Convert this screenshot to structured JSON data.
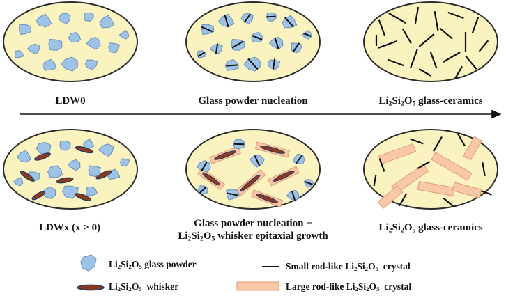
{
  "panels": {
    "ldw0": "LDW0",
    "nucleation": "Glass powder nucleation",
    "ceramics_top": {
      "pre": "Li",
      "s1": "2",
      "mid1": "Si",
      "s2": "2",
      "mid2": "O",
      "s3": "5",
      "post": " glass-ceramics"
    },
    "ldwx": "LDWx (x > 0)",
    "nucleation_growth_line1": "Glass powder nucleation +",
    "nucleation_growth_line2": {
      "pre": "Li",
      "s1": "2",
      "mid1": "Si",
      "s2": "2",
      "mid2": "O",
      "s3": "5",
      "post": " whisker epitaxial growth"
    },
    "ceramics_bottom": {
      "pre": "Li",
      "s1": "2",
      "mid1": "Si",
      "s2": "2",
      "mid2": "O",
      "s3": "5",
      "post": " glass-ceramics"
    }
  },
  "legend": {
    "glass_powder": {
      "pre": "Li",
      "s1": "2",
      "mid1": "Si",
      "s2": "2",
      "mid2": "O",
      "s3": "5",
      "post": " glass powder"
    },
    "whisker": {
      "pre": "Li",
      "s1": "2",
      "mid1": "Si",
      "s2": "2",
      "mid2": "O",
      "s3": "5",
      "post": "  whisker"
    },
    "small_rod": {
      "pre": "Small rod-like Li",
      "s1": "2",
      "mid1": "Si",
      "s2": "2",
      "mid2": "O",
      "s3": "5",
      "post": "  crystal"
    },
    "large_rod": {
      "pre": "Large rod-like Li",
      "s1": "2",
      "mid1": "Si",
      "s2": "2",
      "mid2": "O",
      "s3": "5",
      "post": "  crystal"
    }
  },
  "colors": {
    "ellipse_fill": "#faf3c0",
    "ellipse_stroke": "#2a2a2a",
    "particle_fill": "#9dc3e6",
    "particle_stroke": "#6b8fb8",
    "whisker_fill": "#8b3a1e",
    "whisker_stroke": "#1f3a6b",
    "large_rod_fill": "#f8c8a8",
    "large_rod_stroke": "#e09a72",
    "rod": "#111111"
  }
}
